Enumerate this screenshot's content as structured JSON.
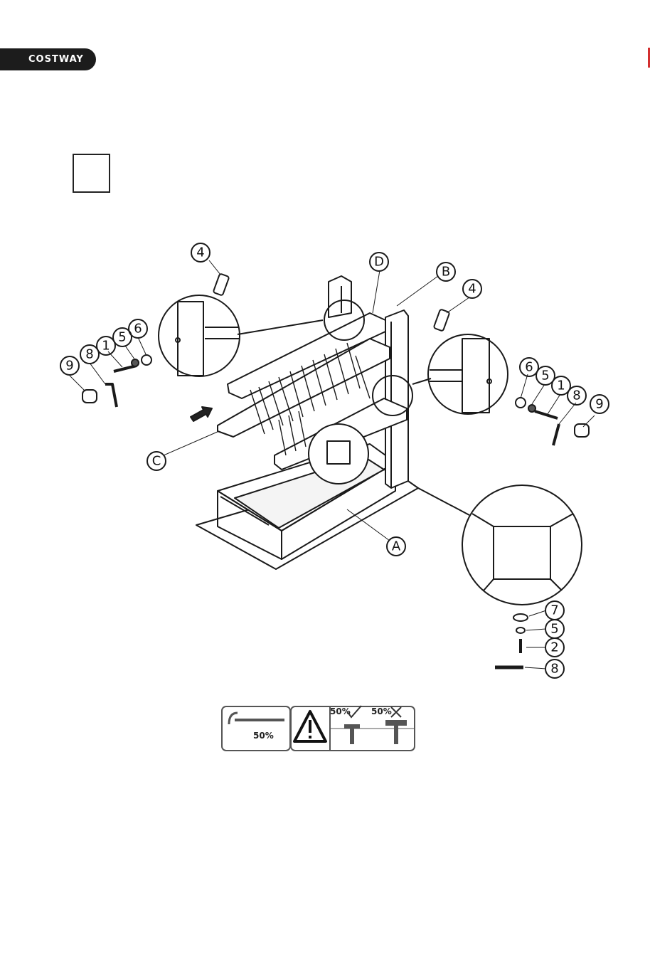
{
  "brand": {
    "name": "COSTWAY",
    "accent": "#d32f2f"
  },
  "step": {
    "number": ""
  },
  "callouts": {
    "part_4": "4",
    "part_d": "D",
    "part_b": "B",
    "part_c": "C",
    "part_a": "A",
    "part_9": "9",
    "part_8": "8",
    "part_1": "1",
    "part_5": "5",
    "part_6": "6",
    "part_2": "2",
    "part_7": "7"
  },
  "notice": {
    "torque_percent": "50%",
    "ok_percent": "50%",
    "bad_percent": "50%"
  }
}
